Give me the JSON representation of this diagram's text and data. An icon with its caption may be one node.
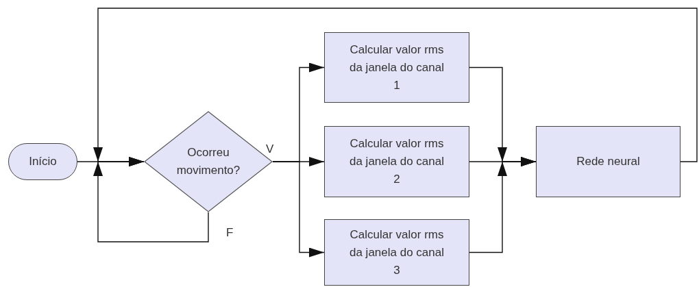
{
  "diagram": {
    "nodes": [
      {
        "text": [
          "Início"
        ]
      },
      {
        "text": [
          "Ocorreu movimento?"
        ]
      },
      {
        "text": [
          "Calcular valor rms da janela do canal 1"
        ]
      },
      {
        "text": [
          "Calcular valor rms da janela do canal 2"
        ]
      },
      {
        "text": [
          "Calcular valor rms da janela do canal 3"
        ]
      },
      {
        "text": [
          "Rede neural"
        ]
      }
    ],
    "edges": [
      {
        "from": 0,
        "to": 1,
        "arrow": "to"
      },
      {
        "from": 1,
        "to": 2,
        "arrow": "to"
      },
      {
        "from": 1,
        "to": 3,
        "arrow": "to"
      },
      {
        "from": 1,
        "to": 4,
        "arrow": "to"
      },
      {
        "from": 1,
        "to": 1,
        "arrow": "to"
      },
      {
        "from": 2,
        "to": 5,
        "arrow": "to"
      },
      {
        "from": 3,
        "to": 5,
        "arrow": "to"
      },
      {
        "from": 4,
        "to": 5,
        "arrow": "to"
      },
      {
        "from": 5,
        "to": 1,
        "arrow": "to"
      }
    ],
    "labels": [
      "V",
      "F"
    ]
  }
}
